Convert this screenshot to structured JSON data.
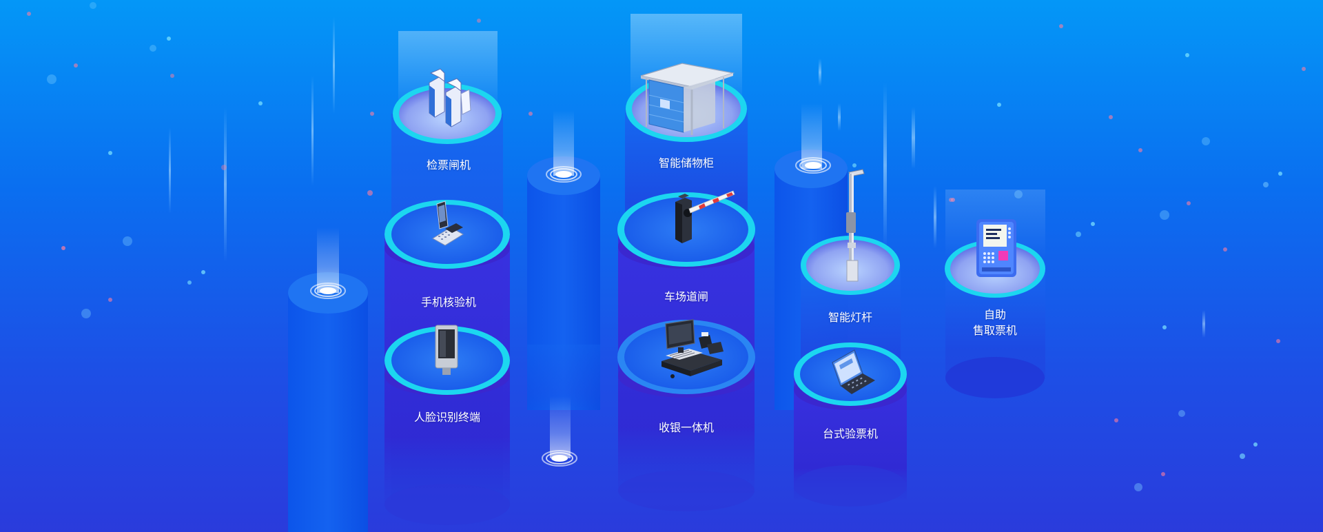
{
  "devices": [
    {
      "id": "ticket-gate",
      "label": "检票闸机",
      "icon": "turnstile-gate-icon"
    },
    {
      "id": "smart-locker",
      "label": "智能储物柜",
      "icon": "locker-kiosk-icon"
    },
    {
      "id": "mobile-verifier",
      "label": "手机核验机",
      "icon": "handheld-scanner-icon"
    },
    {
      "id": "parking-barrier",
      "label": "车场道闸",
      "icon": "barrier-gate-icon"
    },
    {
      "id": "smart-light-pole",
      "label": "智能灯杆",
      "icon": "street-light-icon"
    },
    {
      "id": "self-service-ticket",
      "label_line1": "自助",
      "label_line2": "售取票机",
      "icon": "ticket-kiosk-icon"
    },
    {
      "id": "face-terminal",
      "label": "人脸识别终端",
      "icon": "face-terminal-icon"
    },
    {
      "id": "pos-machine",
      "label": "收银一体机",
      "icon": "cash-register-icon"
    },
    {
      "id": "desktop-checker",
      "label": "台式验票机",
      "icon": "laptop-icon"
    }
  ],
  "colors": {
    "bg_top": "#0497f7",
    "bg_bottom": "#2a3bdc",
    "ring_cyan": "#19e6f2",
    "column_purple": "#3a2ad8",
    "label": "#ffffff"
  }
}
